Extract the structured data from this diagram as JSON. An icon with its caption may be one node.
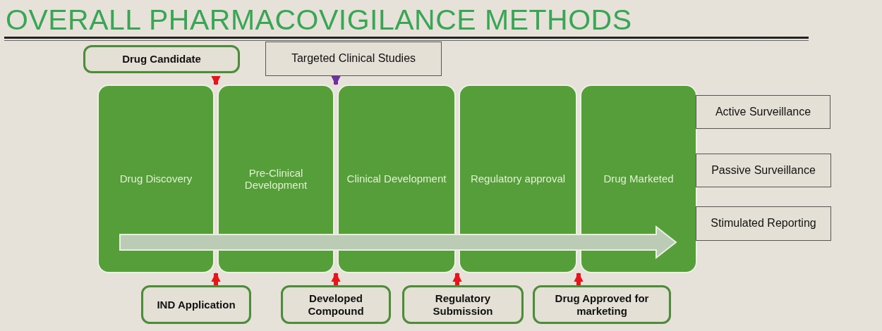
{
  "diagram": {
    "title": "OVERALL PHARMACOVIGILANCE METHODS",
    "nodes": [
      {
        "text": [
          "Drug Candidate"
        ]
      },
      {
        "text": [
          "Targeted Clinical Studies"
        ]
      },
      {
        "text": [
          "Drug Discovery"
        ]
      },
      {
        "text": [
          "Pre-Clinical Development"
        ]
      },
      {
        "text": [
          "Clinical Development"
        ]
      },
      {
        "text": [
          "Regulatory approval"
        ]
      },
      {
        "text": [
          "Drug Marketed"
        ]
      },
      {
        "text": [
          "Active Surveillance"
        ]
      },
      {
        "text": [
          "Passive Surveillance"
        ]
      },
      {
        "text": [
          "Stimulated Reporting"
        ]
      },
      {
        "text": [
          "IND Application"
        ]
      },
      {
        "text": [
          "Developed Compound"
        ]
      },
      {
        "text": [
          "Regulatory Submission"
        ]
      },
      {
        "text": [
          "Drug Approved for marketing"
        ]
      }
    ],
    "edges": [
      {
        "from": 0,
        "to": 3,
        "arrow": "to"
      },
      {
        "from": 1,
        "to": 4,
        "arrow": "to",
        "color": "#7030a0"
      },
      {
        "from": 10,
        "to": 3,
        "arrow": "to"
      },
      {
        "from": 11,
        "to": 4,
        "arrow": "to"
      },
      {
        "from": 12,
        "to": 5,
        "arrow": "to"
      },
      {
        "from": 13,
        "to": 6,
        "arrow": "to"
      }
    ]
  }
}
